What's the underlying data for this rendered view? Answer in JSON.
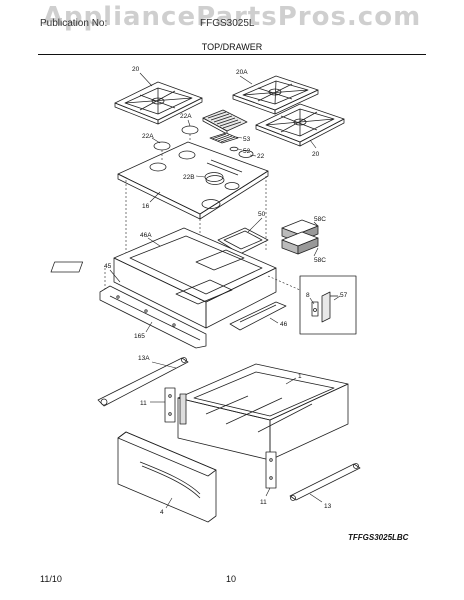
{
  "watermark": "AppliancePartsPros.com",
  "header": {
    "publication_label": "Publication No:",
    "model_label": "FFGS3025L"
  },
  "section_title": "TOP/DRAWER",
  "diagram_code": "TFFGS3025LBC",
  "footer": {
    "date": "11/10",
    "page": "10"
  },
  "part_labels": {
    "p20_left": "20",
    "p20a": "20A",
    "p20_right": "20",
    "p22a_top": "22A",
    "p22a_left": "22A",
    "p53": "53",
    "p52": "52",
    "p22": "22",
    "p22b": "22B",
    "p16": "16",
    "p50": "50",
    "p58c_top": "58C",
    "p58c_bottom": "58C",
    "p46a": "46A",
    "p45": "45",
    "p46": "46",
    "p165": "165",
    "p8": "8",
    "p57": "57",
    "p13a": "13A",
    "p1": "1",
    "p11_left": "11",
    "p4": "4",
    "p11_right": "11",
    "p13": "13"
  }
}
